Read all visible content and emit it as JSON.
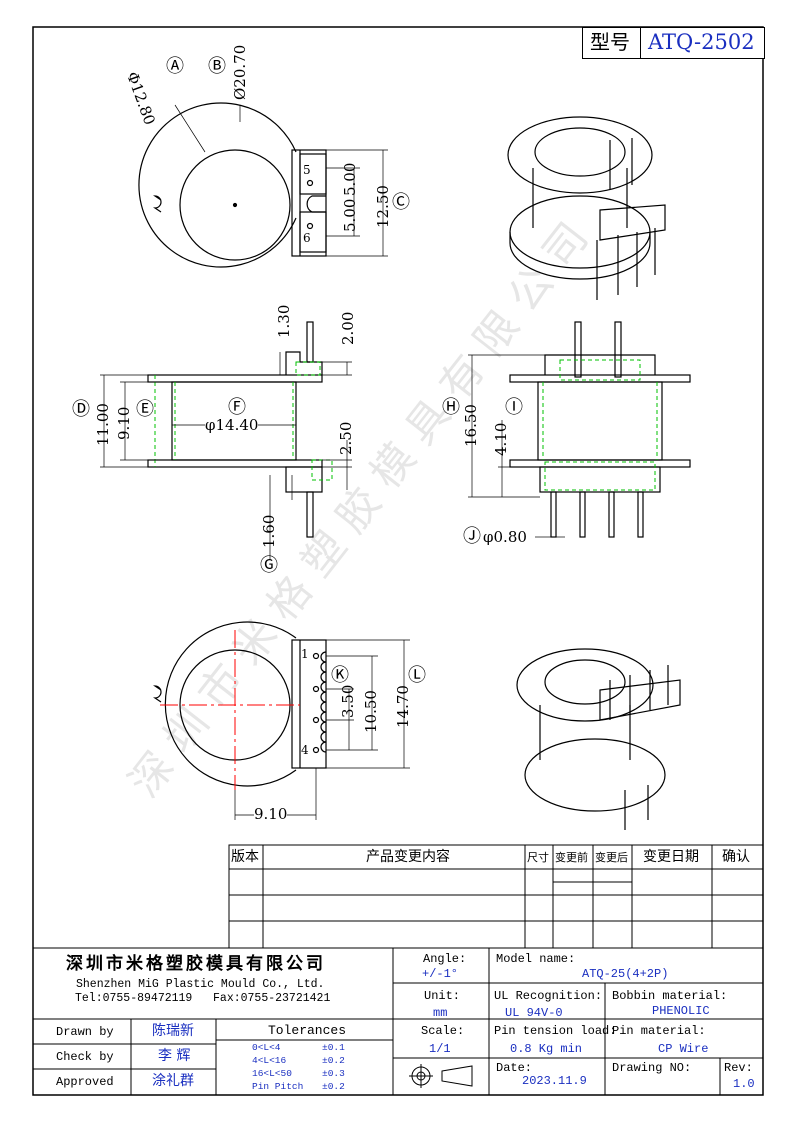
{
  "header": {
    "type_label": "型号",
    "model_code": "ATQ-2502"
  },
  "watermark": "深圳市米格塑胶模具有限公司",
  "dimensions": {
    "A": {
      "tag": "Ⓐ",
      "value": "Φ12.80"
    },
    "B": {
      "tag": "Ⓑ",
      "value": "Ø20.70"
    },
    "C": {
      "tag": "Ⓒ",
      "value": "12.50"
    },
    "slot1": "5.00",
    "slot2": "5.00",
    "pin5": "5",
    "pin6": "6",
    "top_130": "1.30",
    "top_200": "2.00",
    "D": {
      "tag": "Ⓓ",
      "value": "11.00"
    },
    "E": {
      "tag": "Ⓔ",
      "value": "9.10"
    },
    "F": {
      "tag": "Ⓕ",
      "value": "φ14.40"
    },
    "h250": "2.50",
    "G": {
      "tag": "Ⓖ",
      "value": "1.60"
    },
    "H": {
      "tag": "Ⓗ",
      "value": "16.50"
    },
    "I": {
      "tag": "Ⓘ",
      "value": "4.10"
    },
    "J": {
      "tag": "Ⓙ",
      "value": "φ0.80"
    },
    "K": {
      "tag": "Ⓚ",
      "value": "3.50"
    },
    "k1050": "10.50",
    "L": {
      "tag": "Ⓛ",
      "value": "14.70"
    },
    "w910": "9.10",
    "pin1": "1",
    "pin4": "4"
  },
  "revision_table": {
    "headers": [
      "版本",
      "产品变更内容",
      "尺寸",
      "变更前",
      "变更后",
      "变更日期",
      "确认"
    ]
  },
  "title_block": {
    "company_cn": "深圳市米格塑胶模具有限公司",
    "company_en": "Shenzhen MiG Plastic Mould Co., Ltd.",
    "contact": "Tel:0755-89472119   Fax:0755-23721421",
    "angle_label": "Angle:",
    "angle_value": "+/-1°",
    "unit_label": "Unit:",
    "unit_value": "mm",
    "scale_label": "Scale:",
    "scale_value": "1/1",
    "model_label": "Model name:",
    "model_value": "ATQ-25(4+2P)",
    "ul_label": "UL Recognition:",
    "ul_value": "UL 94V-0",
    "bobbin_label": "Bobbin material:",
    "bobbin_value": "PHENOLIC",
    "tension_label": "Pin tension load:",
    "tension_value": "0.8 Kg min",
    "pinmat_label": "Pin material:",
    "pinmat_value": "CP Wire",
    "date_label": "Date:",
    "date_value": "2023.11.9",
    "drawno_label": "Drawing NO:",
    "rev_label": "Rev:",
    "rev_value": "1.0",
    "drawn_label": "Drawn by",
    "drawn_name": "陈瑞新",
    "check_label": "Check by",
    "check_name": "李 辉",
    "approved_label": "Approved",
    "approved_name": "涂礼群",
    "tol_title": "Tolerances",
    "tol_rows": [
      {
        "range": "0<L<4",
        "tol": "±0.1"
      },
      {
        "range": "4<L<16",
        "tol": "±0.2"
      },
      {
        "range": "16<L<50",
        "tol": "±0.3"
      },
      {
        "range": "Pin Pitch",
        "tol": "±0.2"
      }
    ]
  },
  "colors": {
    "line": "#000000",
    "hidden": "#00c000",
    "center": "#ff0000",
    "value": "#1a2fc0"
  }
}
